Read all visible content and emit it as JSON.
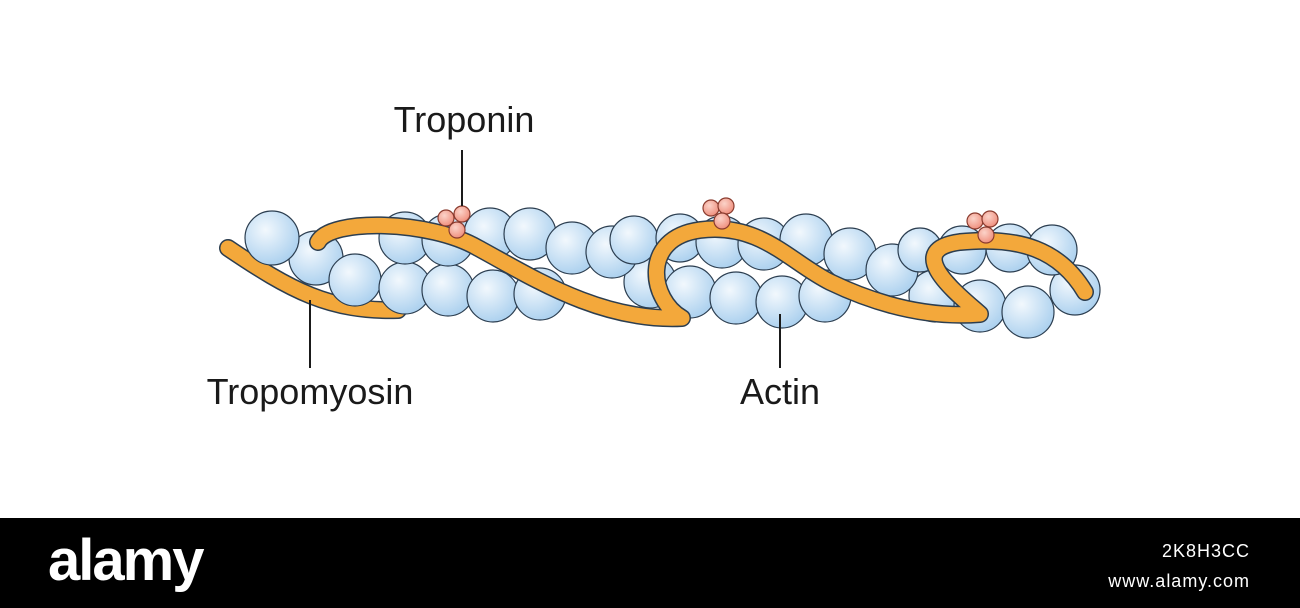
{
  "diagram": {
    "labels": {
      "troponin": "Troponin",
      "tropomyosin": "Tropomyosin",
      "actin": "Actin"
    },
    "colors": {
      "actin_fill_light": "#f2f8fd",
      "actin_fill_dark": "#a9cfee",
      "actin_stroke": "#2c3e50",
      "tropomyosin": "#f3a83b",
      "troponin_fill": "#ef8c7a",
      "troponin_stroke": "#8a3b2e",
      "leader_line": "#1a1a1a"
    }
  },
  "footer": {
    "brand": "alamy",
    "image_id": "2K8H3CC",
    "site": "www.alamy.com"
  }
}
